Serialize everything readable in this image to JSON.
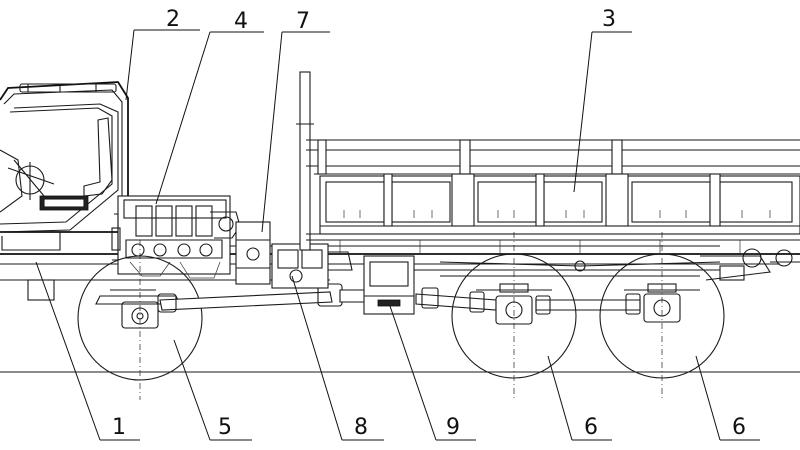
{
  "callouts": [
    {
      "id": "c1",
      "label": "1"
    },
    {
      "id": "c2",
      "label": "2"
    },
    {
      "id": "c3",
      "label": "3"
    },
    {
      "id": "c4",
      "label": "4"
    },
    {
      "id": "c5",
      "label": "5"
    },
    {
      "id": "c6a",
      "label": "6"
    },
    {
      "id": "c6b",
      "label": "6"
    },
    {
      "id": "c7",
      "label": "7"
    },
    {
      "id": "c8",
      "label": "8"
    },
    {
      "id": "c9",
      "label": "9"
    }
  ]
}
